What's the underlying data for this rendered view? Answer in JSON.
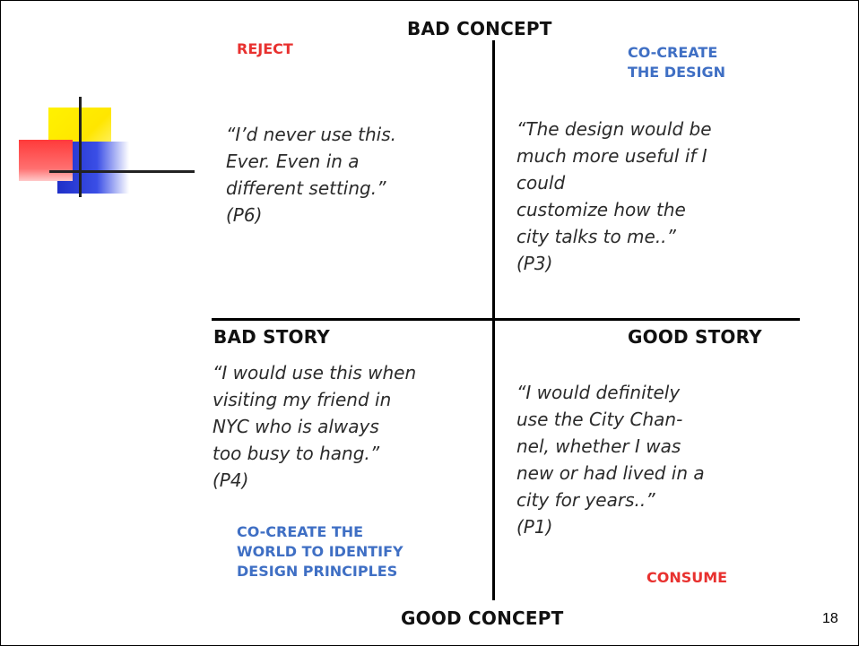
{
  "axes": {
    "top": "BAD CONCEPT",
    "bottom": "GOOD CONCEPT",
    "left": "BAD STORY",
    "right": "GOOD STORY"
  },
  "quadrants": {
    "top_left": {
      "action_lines": [
        "REJECT"
      ],
      "action_color": "#e8312f",
      "quote_lines": [
        "“I’d never use this.",
        "Ever. Even in a",
        "different setting.”",
        "(P6)"
      ]
    },
    "top_right": {
      "action_lines": [
        "CO-CREATE",
        "THE DESIGN"
      ],
      "action_color": "#3f6fc4",
      "quote_lines": [
        "“The design would be",
        "much more useful if I",
        "could",
        "customize how the",
        "city talks to me..”",
        "(P3)"
      ]
    },
    "bottom_left": {
      "action_lines": [
        "CO-CREATE THE",
        "WORLD TO IDENTIFY",
        "DESIGN PRINCIPLES"
      ],
      "action_color": "#3f6fc4",
      "quote_lines": [
        "“I would use this when",
        "visiting my friend in",
        "NYC who is always",
        "too busy to hang.”",
        "(P4)"
      ]
    },
    "bottom_right": {
      "action_lines": [
        "CONSUME"
      ],
      "action_color": "#e8312f",
      "quote_lines": [
        "“I would definitely",
        "use the City Chan-",
        "nel, whether I was",
        "new or had lived in a",
        "city for years..”",
        "(P1)"
      ]
    }
  },
  "page_number": "18",
  "decoration": {
    "icon": "overlapping-squares-crosshair-logo",
    "colors": [
      "#fff200",
      "#1f2fc8",
      "#ff3a3a"
    ]
  }
}
